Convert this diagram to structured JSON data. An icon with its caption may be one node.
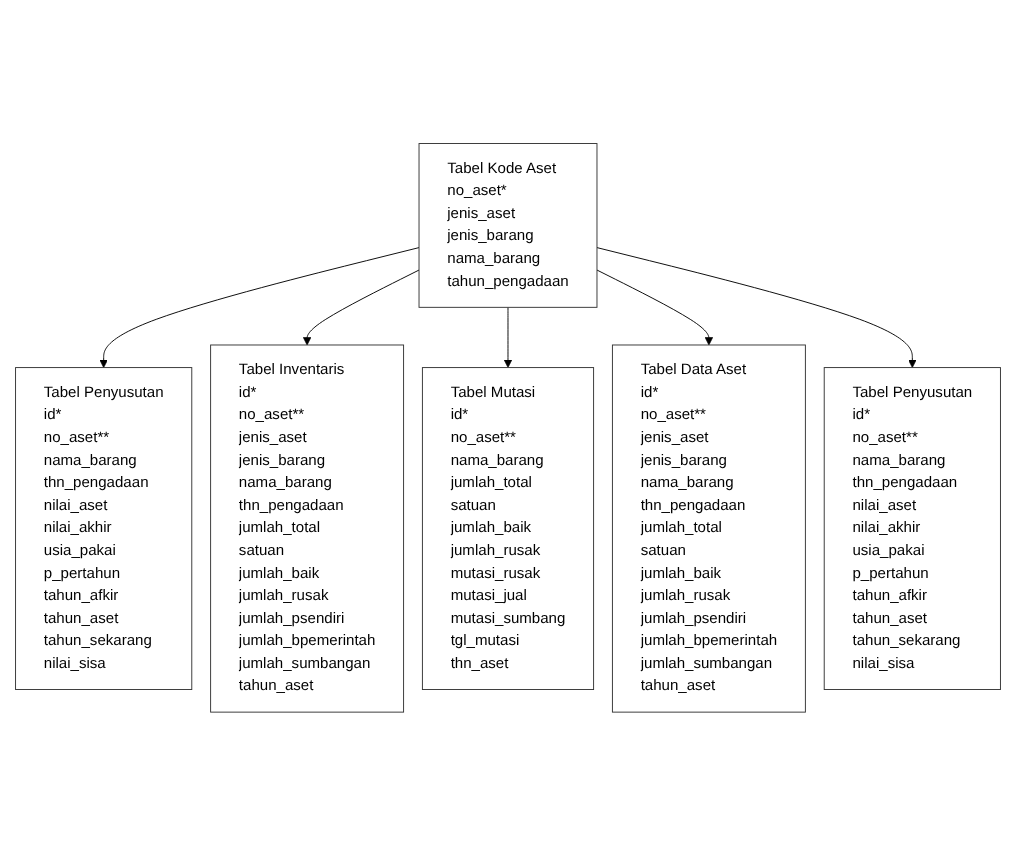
{
  "diagram": {
    "nodes": [
      {
        "text": [
          "Tabel Penyusutan",
          "id* no_aset** nama_barang thn_pengadaan nilai_aset nilai_akhir usia_pakai p_pertahun tahun_afkir tahun_aset tahun_sekarang nilai_sisa"
        ]
      },
      {
        "text": [
          "Tabel Kode Aset",
          "no_aset* jenis_aset jenis_barang nama_barang tahun_pengadaan"
        ]
      },
      {
        "text": [
          "Tabel Data Aset",
          "id* no_aset** jenis_aset jenis_barang nama_barang thn_pengadaan jumlah_total satuan jumlah_baik jumlah_rusak jumlah_psendiri jumlah_bpemerintah jumlah_sumbangan tahun_aset"
        ]
      },
      {
        "text": [
          "Tabel Inventaris",
          "id* no_aset** jenis_aset jenis_barang nama_barang thn_pengadaan jumlah_total satuan jumlah_baik jumlah_rusak jumlah_psendiri jumlah_bpemerintah jumlah_sumbangan tahun_aset"
        ]
      },
      {
        "text": [
          "Tabel Mutasi",
          "id* no_aset** nama_barang jumlah_total satuan jumlah_baik jumlah_rusak mutasi_rusak mutasi_jual mutasi_sumbang tgl_mutasi thn_aset"
        ]
      },
      {
        "text": [
          "Tabel Penyusutan",
          "id* no_aset** nama_barang thn_pengadaan nilai_aset nilai_akhir usia_pakai p_pertahun tahun_afkir tahun_aset tahun_sekarang nilai_sisa"
        ]
      }
    ],
    "edges": [
      {
        "from": 1,
        "to": 0,
        "arrow": "to"
      },
      {
        "from": 1,
        "to": 3,
        "arrow": "to"
      },
      {
        "from": 1,
        "to": 4,
        "arrow": "to"
      },
      {
        "from": 1,
        "to": 2,
        "arrow": "to"
      },
      {
        "from": 1,
        "to": 5,
        "arrow": "to"
      }
    ]
  }
}
